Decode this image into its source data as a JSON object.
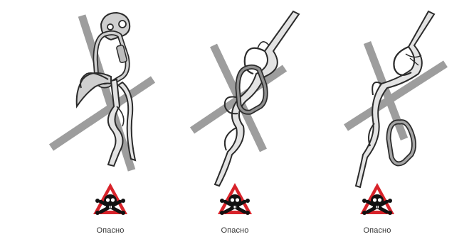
{
  "panels": [
    {
      "id": "misuse-belay-device",
      "caption": "Опасно"
    },
    {
      "id": "misuse-carabiner-through-loops",
      "caption": "Опасно"
    },
    {
      "id": "misuse-unclipped-carabiner",
      "caption": "Опасно"
    }
  ],
  "colors": {
    "cross": "#8c8c8c",
    "sling_fill": "#e3e3e3",
    "sling_stroke": "#2b2b2b",
    "metal_fill": "#cfcfcf",
    "warning_red": "#d8232a",
    "warning_inner": "#ffffff",
    "caption": "#333333"
  },
  "icons": [
    "skull-crossbones-warning-icon"
  ]
}
